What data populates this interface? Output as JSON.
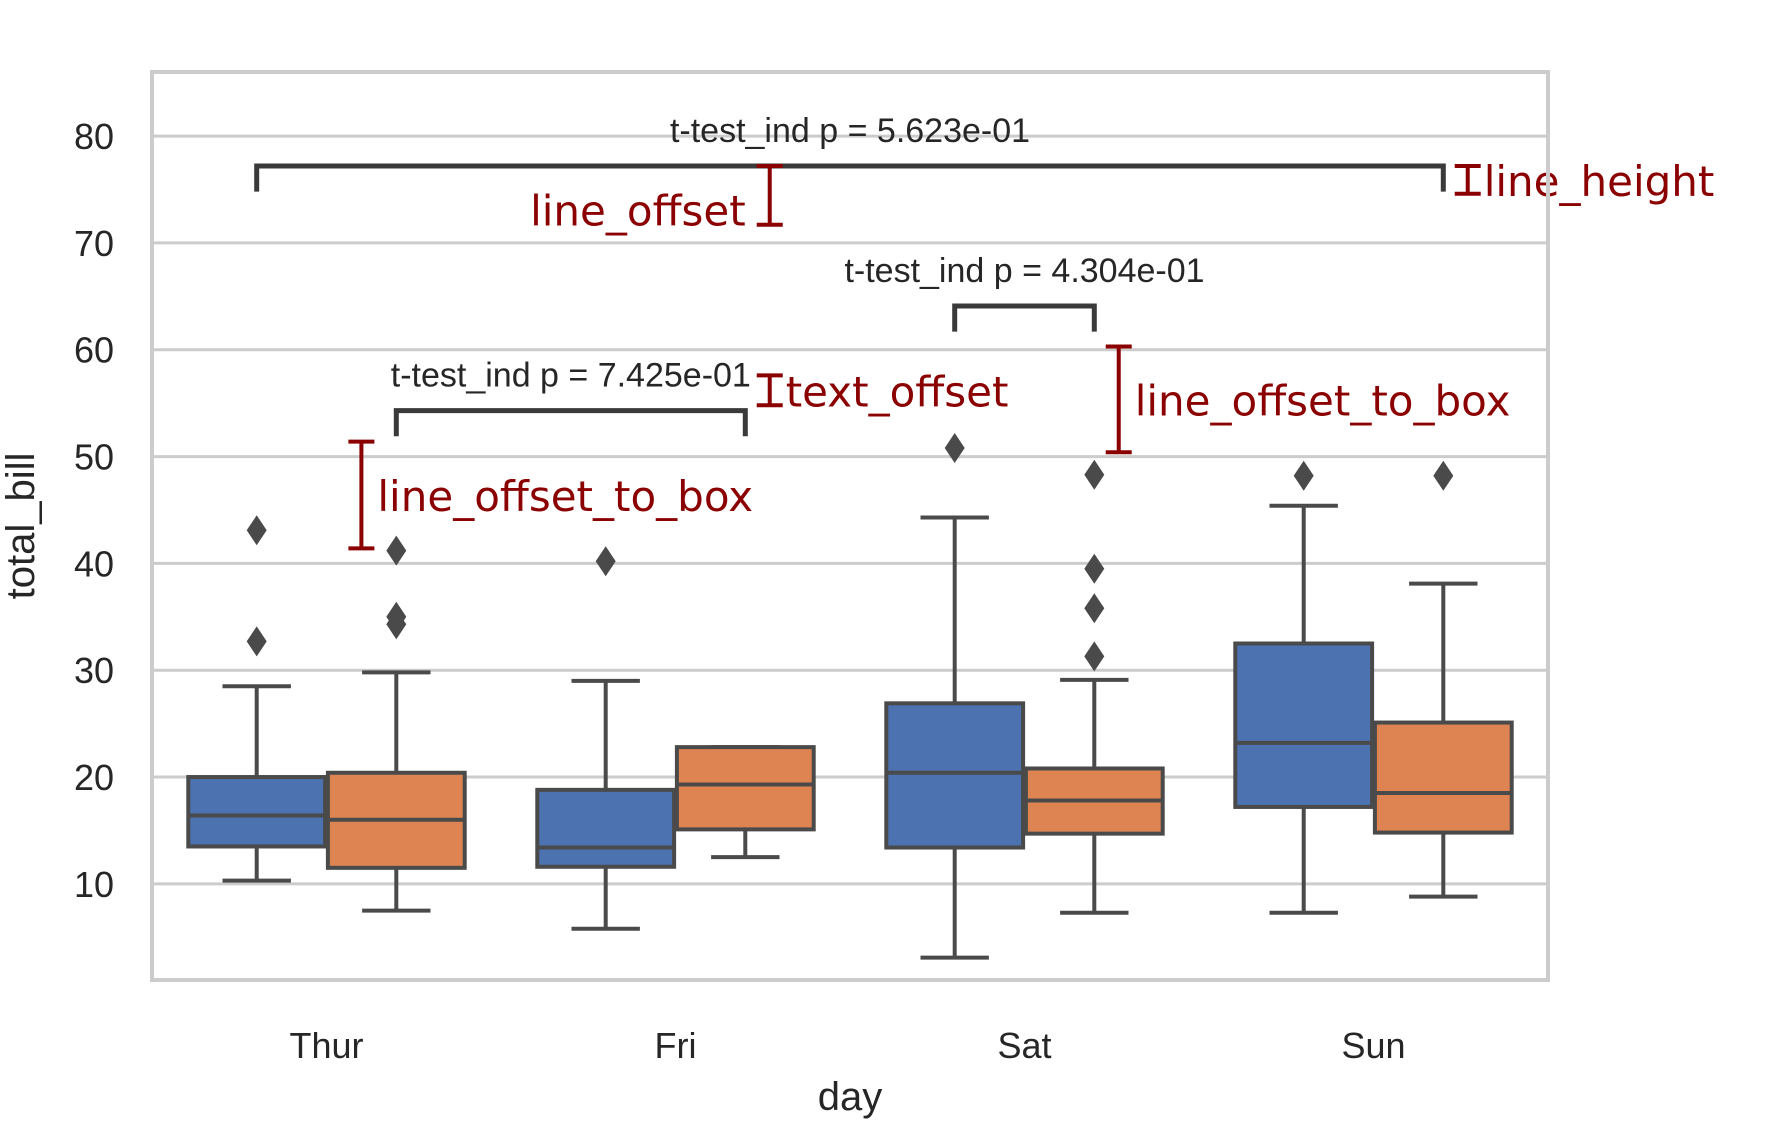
{
  "chart_data": {
    "type": "box",
    "xlabel": "day",
    "ylabel": "total_bill",
    "ylim": [
      1,
      86
    ],
    "yticks": [
      10,
      20,
      30,
      40,
      50,
      60,
      70,
      80
    ],
    "grid": "horizontal",
    "categories": [
      "Thur",
      "Fri",
      "Sat",
      "Sun"
    ],
    "colors": [
      "#4c72b0",
      "#dd8452"
    ],
    "series": [
      {
        "boxes": [
          {
            "whisker_low": 10.3,
            "q1": 13.5,
            "median": 16.4,
            "q3": 20.0,
            "whisker_high": 28.5,
            "outliers": [
              32.7,
              43.1
            ]
          },
          {
            "whisker_low": 5.8,
            "q1": 11.6,
            "median": 13.4,
            "q3": 18.8,
            "whisker_high": 29.0,
            "outliers": [
              40.2
            ]
          },
          {
            "whisker_low": 3.1,
            "q1": 13.4,
            "median": 20.4,
            "q3": 26.9,
            "whisker_high": 44.3,
            "outliers": [
              50.8
            ]
          },
          {
            "whisker_low": 7.3,
            "q1": 17.2,
            "median": 23.2,
            "q3": 32.5,
            "whisker_high": 45.4,
            "outliers": [
              48.2
            ]
          }
        ]
      },
      {
        "boxes": [
          {
            "whisker_low": 7.5,
            "q1": 11.5,
            "median": 16.0,
            "q3": 20.4,
            "whisker_high": 29.8,
            "outliers": [
              34.3,
              35.0,
              41.2
            ]
          },
          {
            "whisker_low": 12.5,
            "q1": 15.1,
            "median": 19.3,
            "q3": 22.8,
            "whisker_high": 22.8,
            "outliers": []
          },
          {
            "whisker_low": 7.3,
            "q1": 14.7,
            "median": 17.8,
            "q3": 20.8,
            "whisker_high": 29.1,
            "outliers": [
              31.3,
              35.8,
              39.5,
              48.3
            ]
          },
          {
            "whisker_low": 8.8,
            "q1": 14.8,
            "median": 18.5,
            "q3": 25.1,
            "whisker_high": 38.1,
            "outliers": [
              48.2
            ]
          }
        ]
      }
    ],
    "significance": [
      {
        "from_category": 0,
        "from_series": 1,
        "to_category": 1,
        "to_series": 1,
        "y_start": 51.9,
        "y_top": 54.3,
        "label": "t-test_ind p = 7.425e-01"
      },
      {
        "from_category": 2,
        "from_series": 0,
        "to_category": 2,
        "to_series": 1,
        "y_start": 61.7,
        "y_top": 64.1,
        "label": "t-test_ind p = 4.304e-01"
      },
      {
        "from_category": 0,
        "from_series": 0,
        "to_category": 3,
        "to_series": 1,
        "y_start": 74.8,
        "y_top": 77.2,
        "label": "t-test_ind p = 5.623e-01"
      }
    ],
    "annotations": [
      {
        "label": "line_offset_to_box",
        "x_category": 0.1,
        "y_low": 41.4,
        "y_high": 51.4,
        "label_side": "right"
      },
      {
        "label": "text_offset",
        "x_category": 1.27,
        "y_low": 54.8,
        "y_high": 57.6,
        "label_side": "right"
      },
      {
        "label": "line_offset_to_box",
        "x_category": 2.27,
        "y_low": 50.4,
        "y_high": 60.3,
        "label_side": "right"
      },
      {
        "label": "line_offset",
        "x_category": 1.27,
        "y_low": 71.7,
        "y_high": 77.2,
        "label_side": "left"
      },
      {
        "label": "line_height",
        "x_category": 3.27,
        "y_low": 74.6,
        "y_high": 77.2,
        "label_side": "right"
      }
    ]
  }
}
